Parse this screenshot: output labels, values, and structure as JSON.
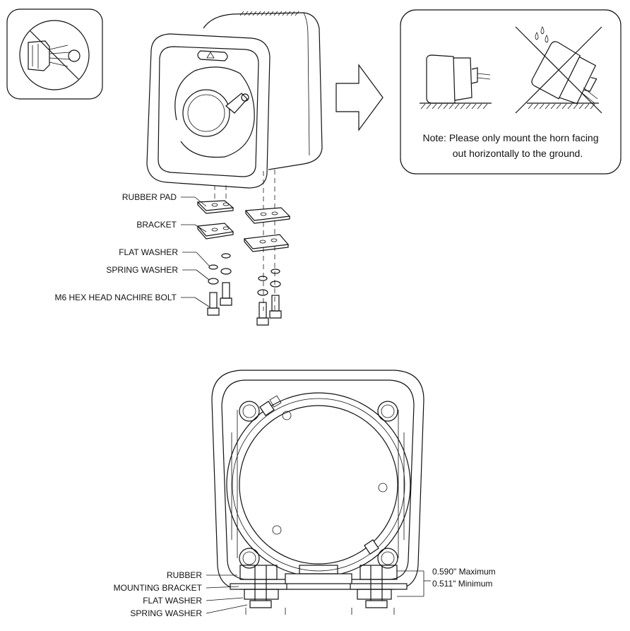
{
  "note": {
    "line1": "Note: Please only mount the horn facing",
    "line2": "out horizontally to the ground."
  },
  "exploded_labels": {
    "rubber_pad": "RUBBER PAD",
    "bracket": "BRACKET",
    "flat_washer": "FLAT WASHER",
    "spring_washer": "SPRING WASHER",
    "bolt": "M6 HEX HEAD NACHIRE BOLT"
  },
  "bottom_labels": {
    "rubber": "RUBBER",
    "mounting_bracket": "MOUNTING BRACKET",
    "flat_washer": "FLAT WASHER",
    "spring_washer": "SPRING WASHER"
  },
  "dimensions": {
    "maximum": "0.590\" Maximum",
    "minimum": "0.511\" Minimum"
  },
  "icons": [
    "no-pressure-wash-icon",
    "arrow-right-icon",
    "cross-out-icon",
    "water-drops-icon",
    "warning-triangle-icon"
  ]
}
